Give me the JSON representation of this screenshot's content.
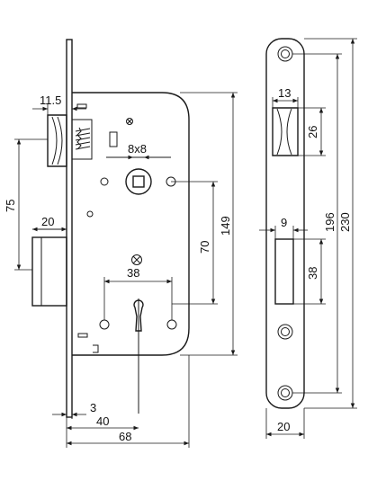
{
  "lock_view": {
    "dims": {
      "backset_plate": "11.5",
      "spindle_square": "8x8",
      "latch_offset": "75",
      "latch_width": "20",
      "center_distance": "70",
      "case_height": "149",
      "key_spacing": "38",
      "faceplate_thickness": "3",
      "backset": "40",
      "case_depth": "68"
    }
  },
  "faceplate_view": {
    "dims": {
      "latch_hole_width": "13",
      "latch_hole_height": "26",
      "bolt_hole_width": "9",
      "bolt_hole_height": "38",
      "screw_distance": "196",
      "plate_height": "230",
      "plate_width": "20"
    }
  }
}
